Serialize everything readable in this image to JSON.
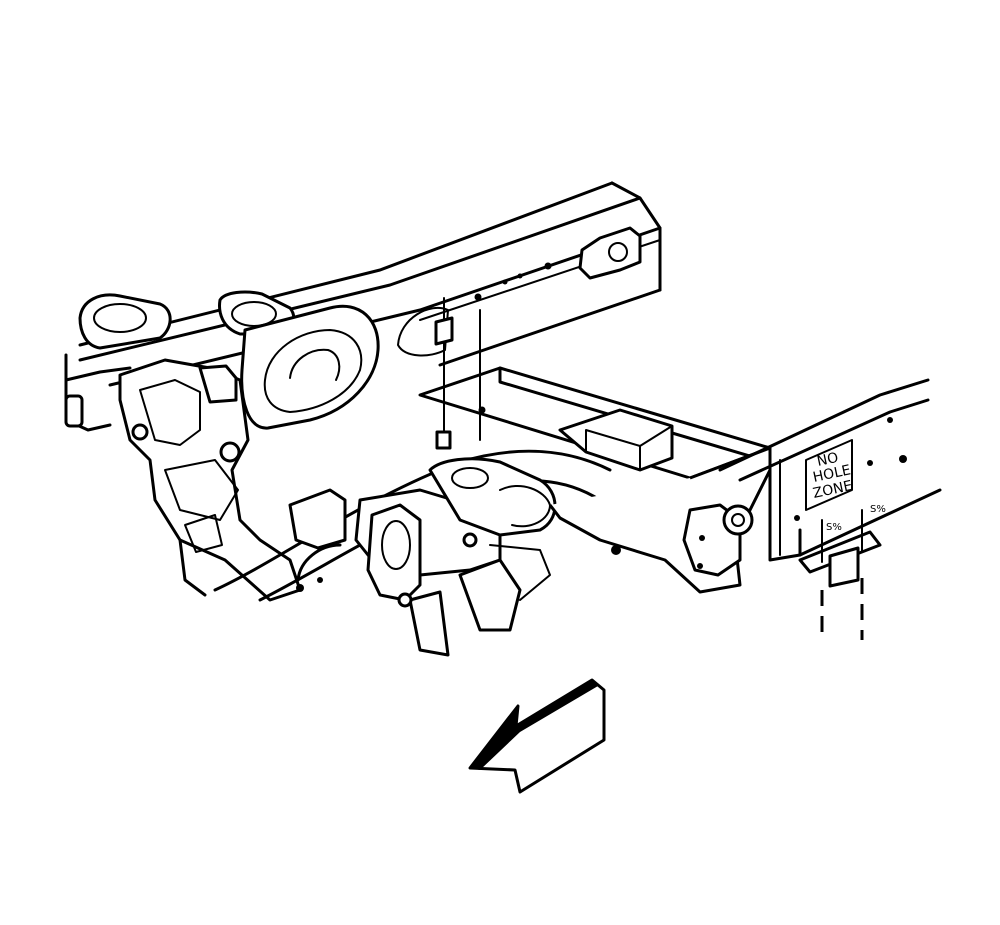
{
  "diagram": {
    "zone_label_line1": "NO",
    "zone_label_line2": "HOLE",
    "zone_label_line3": "ZONE",
    "small_label_left": "S%",
    "small_label_right": "S%"
  },
  "colors": {
    "line": "#000000",
    "background": "#ffffff"
  },
  "icons": {
    "direction_arrow": "front-direction-arrow-icon"
  }
}
